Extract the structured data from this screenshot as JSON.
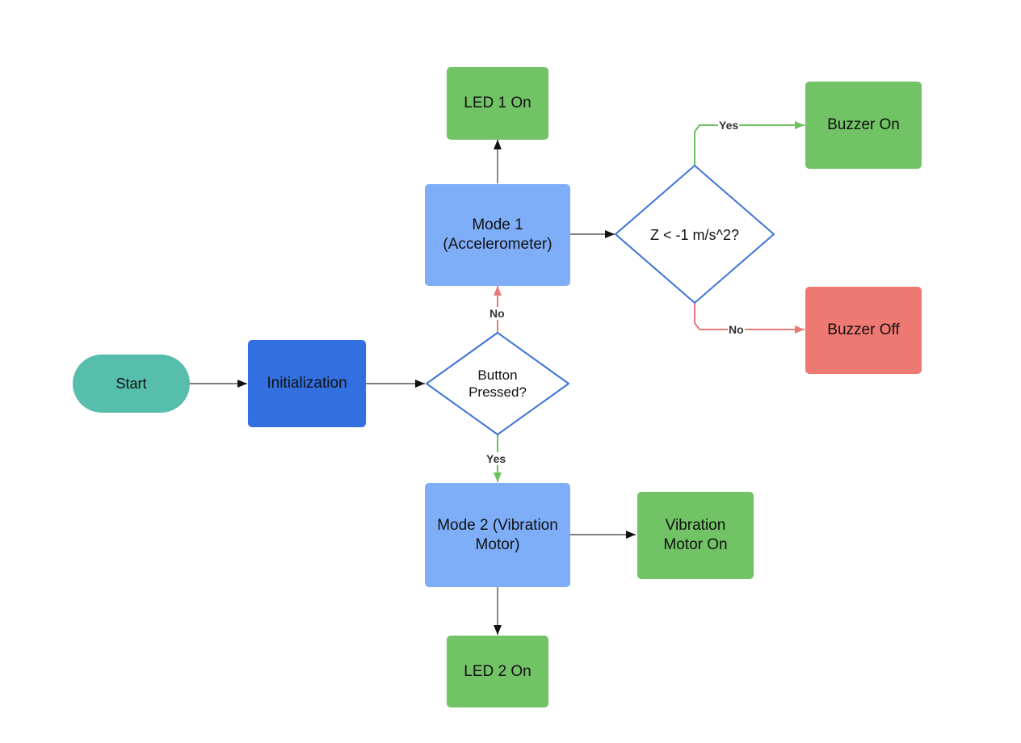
{
  "colors": {
    "terminal": "#57BEAB",
    "process_dark": "#3370DF",
    "process_light": "#7FAEF8",
    "output_on": "#72C266",
    "output_off": "#EE7872",
    "decision_stroke": "#3D74D8",
    "edge_default": "#555555",
    "edge_yes": "#6CC25F",
    "edge_no": "#E77B77"
  },
  "nodes": {
    "start": "Start",
    "initialization": "Initialization",
    "button_pressed": "Button\nPressed?",
    "mode1": "Mode 1\n(Accelerometer)",
    "mode2": "Mode 2 (Vibration\nMotor)",
    "led1": "LED 1 On",
    "led2": "LED 2 On",
    "z_check": "Z < -1 m/s^2?",
    "buzzer_on": "Buzzer On",
    "buzzer_off": "Buzzer Off",
    "vibration_on": "Vibration\nMotor On"
  },
  "edge_labels": {
    "button_no": "No",
    "button_yes": "Yes",
    "z_yes": "Yes",
    "z_no": "No"
  }
}
